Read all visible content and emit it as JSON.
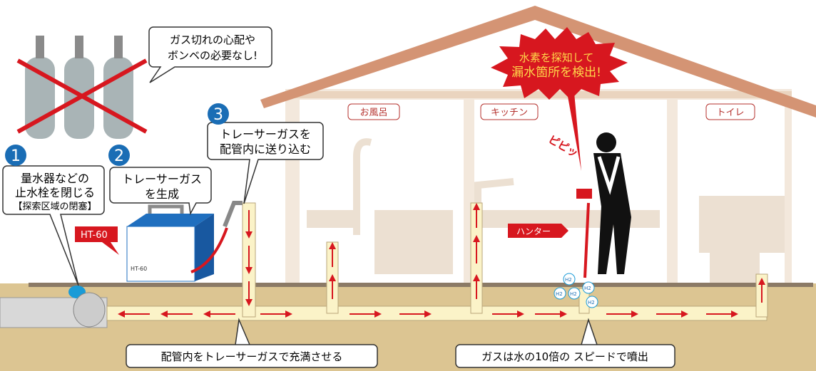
{
  "callouts": {
    "cylinders": {
      "line1": "ガス切れの心配や",
      "line2": "ボンベの必要なし!"
    },
    "step1": {
      "number": "1",
      "line1": "量水器などの",
      "line2": "止水栓を閉じる",
      "line3": "【探索区域の閉塞】"
    },
    "step2": {
      "number": "2",
      "line1": "トレーサーガス",
      "line2": "を生成"
    },
    "step3": {
      "number": "3",
      "line1": "トレーサーガスを",
      "line2": "配管内に送り込む"
    },
    "burst": {
      "line1": "水素を探知して",
      "line2": "漏水箇所を検出!"
    },
    "fill": "配管内をトレーサーガスで充満させる",
    "speed": "ガスは水の10倍の スピードで噴出"
  },
  "labels": {
    "device": "HT-60",
    "device_panel": "HT-60",
    "hunter": "ハンター",
    "beep": "ピピッ",
    "h2": "H2"
  },
  "rooms": [
    {
      "label": "お風呂"
    },
    {
      "label": "キッチン"
    },
    {
      "label": "トイレ"
    }
  ],
  "colors": {
    "step_badge": "#1a6db5",
    "accent_red": "#d7171f",
    "burst_text": "#ffd84a",
    "roof": "#d49474",
    "ground": "#dcc592",
    "pipe": "#fbf3c8"
  }
}
